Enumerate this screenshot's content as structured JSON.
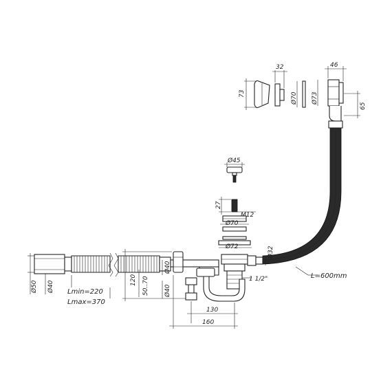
{
  "labels": {
    "overflow_depth": "32",
    "overflow_height": "73",
    "overflow_flange": "Ø70",
    "overflow_body": "Ø73",
    "elbow_depth": "46",
    "elbow_height": "65",
    "stopper_dia": "Ø45",
    "thread_len": "27",
    "thread": "M12",
    "strainer_dia": "Ø70",
    "outlet_dia": "Ø72",
    "pipe_dia": "Ø32",
    "thread_size": "1 1/2\"",
    "hose_length": "L=600mm",
    "hose_outer": "Ø50",
    "hose_inner": "Ø40",
    "len_min": "Lmin=220",
    "len_max": "Lmax=370",
    "height_120": "120",
    "height_range": "50..70",
    "trap_dia_a": "Ø40",
    "trap_dia_b": "Ø40",
    "width_130": "130",
    "width_160": "160"
  }
}
